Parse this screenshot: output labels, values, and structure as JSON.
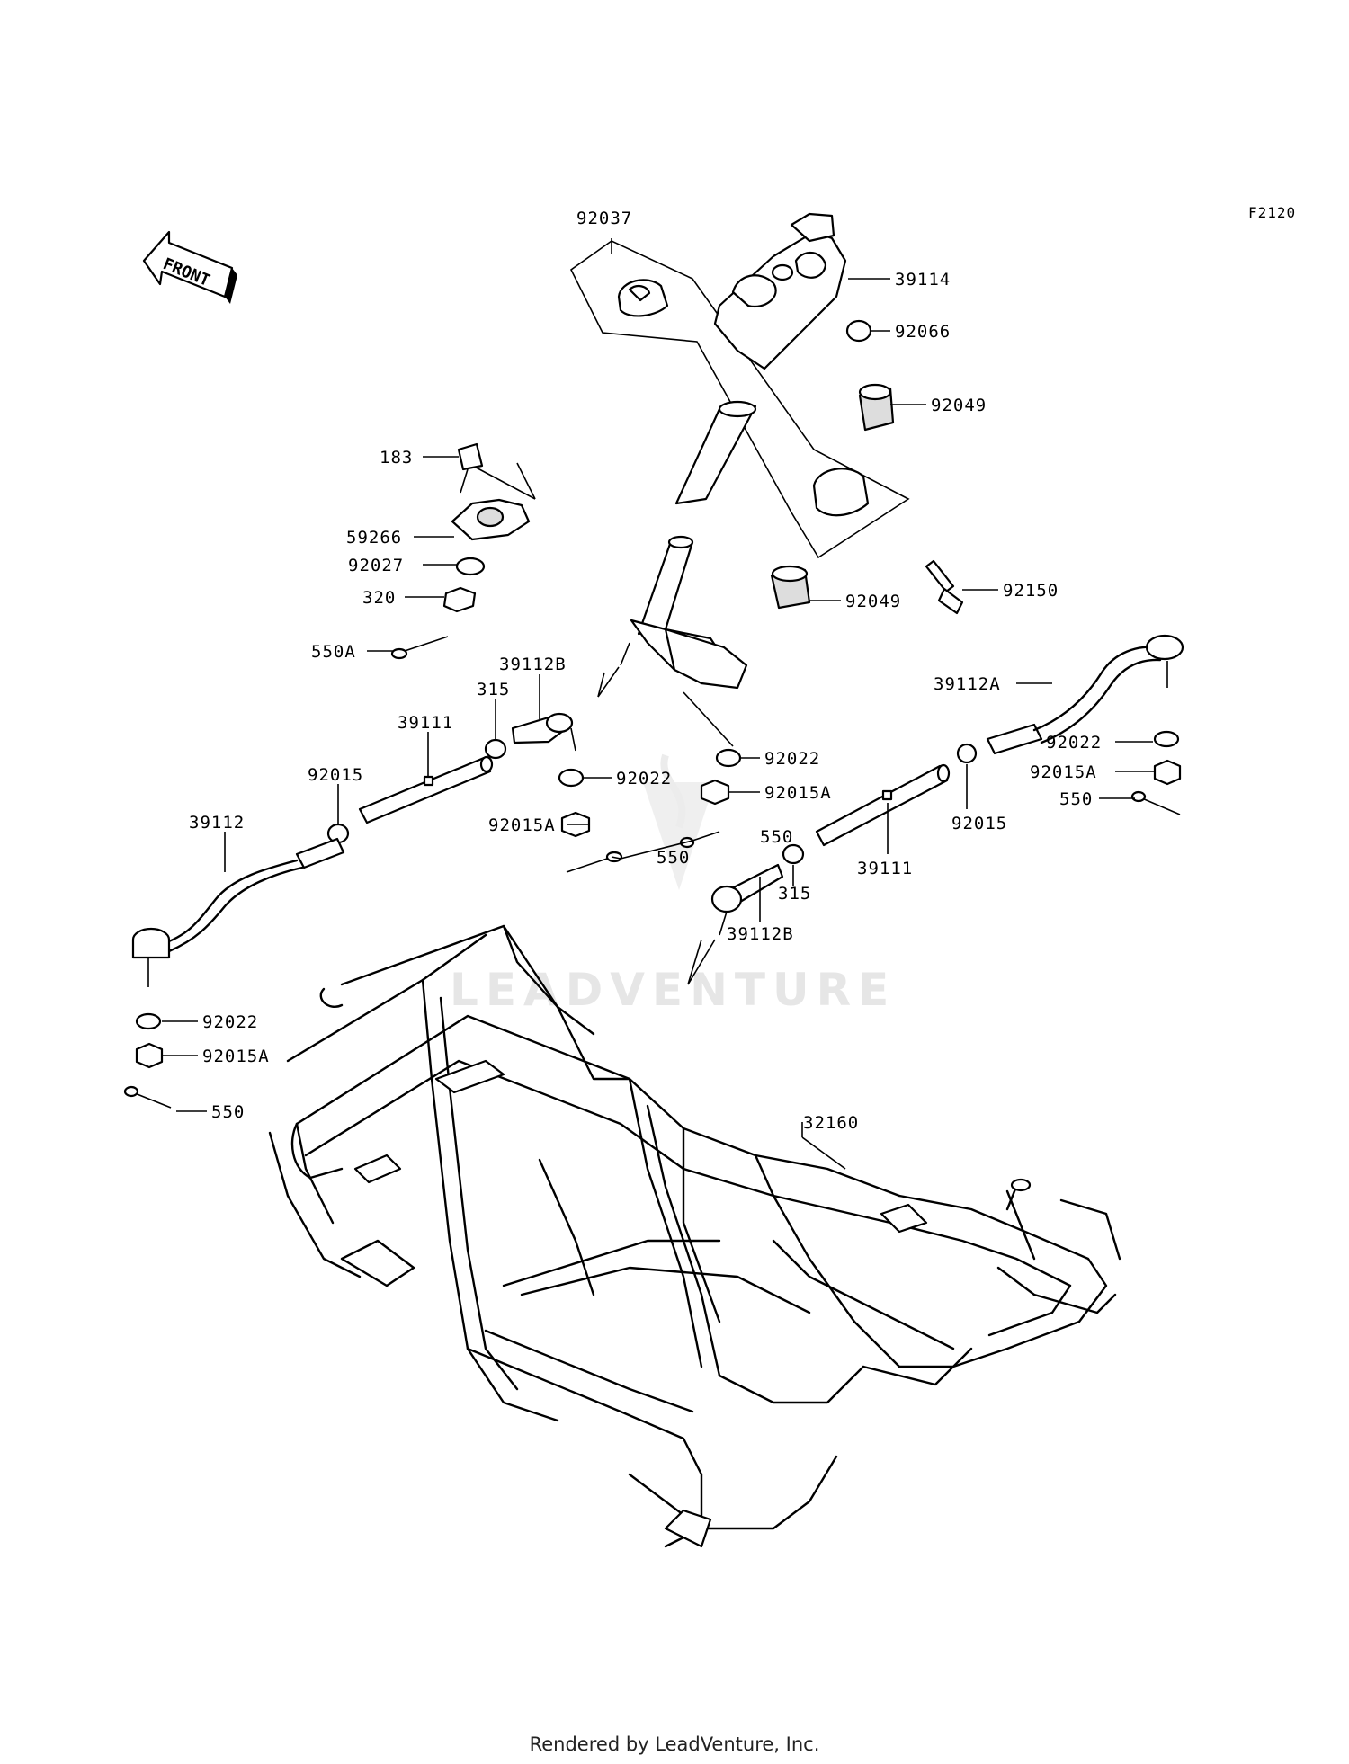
{
  "diagram_code": "F2120",
  "front_label": "FRONT",
  "watermark": "LEADVENTURE",
  "footer": "Rendered by LeadVenture, Inc.",
  "parts": {
    "p92037": "92037",
    "p39114": "39114",
    "p92066": "92066",
    "p92049_top": "92049",
    "p92049_bottom": "92049",
    "p92150": "92150",
    "p183": "183",
    "p59266": "59266",
    "p92027": "92027",
    "p320": "320",
    "p550A": "550A",
    "p39112B_top": "39112B",
    "p315_top": "315",
    "p39111_left": "39111",
    "p92015_left": "92015",
    "p39112": "39112",
    "p92022_left": "92022",
    "p92015A_left": "92015A",
    "p550_left": "550",
    "p92022_mid1": "92022",
    "p92022_mid2": "92022",
    "p92015A_mid1": "92015A",
    "p92015A_mid2": "92015A",
    "p550_mid1": "550",
    "p550_mid2": "550",
    "p315_bottom": "315",
    "p39112B_bottom": "39112B",
    "p39111_right": "39111",
    "p92015_right": "92015",
    "p39112A": "39112A",
    "p92022_right": "92022",
    "p92015A_right": "92015A",
    "p550_right": "550",
    "p32160": "32160"
  }
}
